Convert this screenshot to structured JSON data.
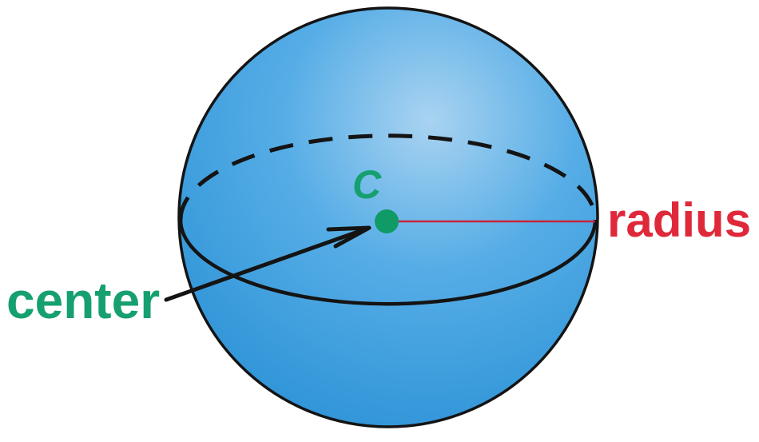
{
  "labels": {
    "center_point": "C",
    "center": "center",
    "radius": "radius"
  },
  "colors": {
    "sphere_fill_light": "#a9d3f1",
    "sphere_fill_mid": "#56ade6",
    "sphere_fill_dark": "#2f94d7",
    "outline": "#141414",
    "center_label": "#16a06f",
    "center_dot": "#0f9a66",
    "radius_label": "#e0283b",
    "radius_line": "#c8243a"
  }
}
